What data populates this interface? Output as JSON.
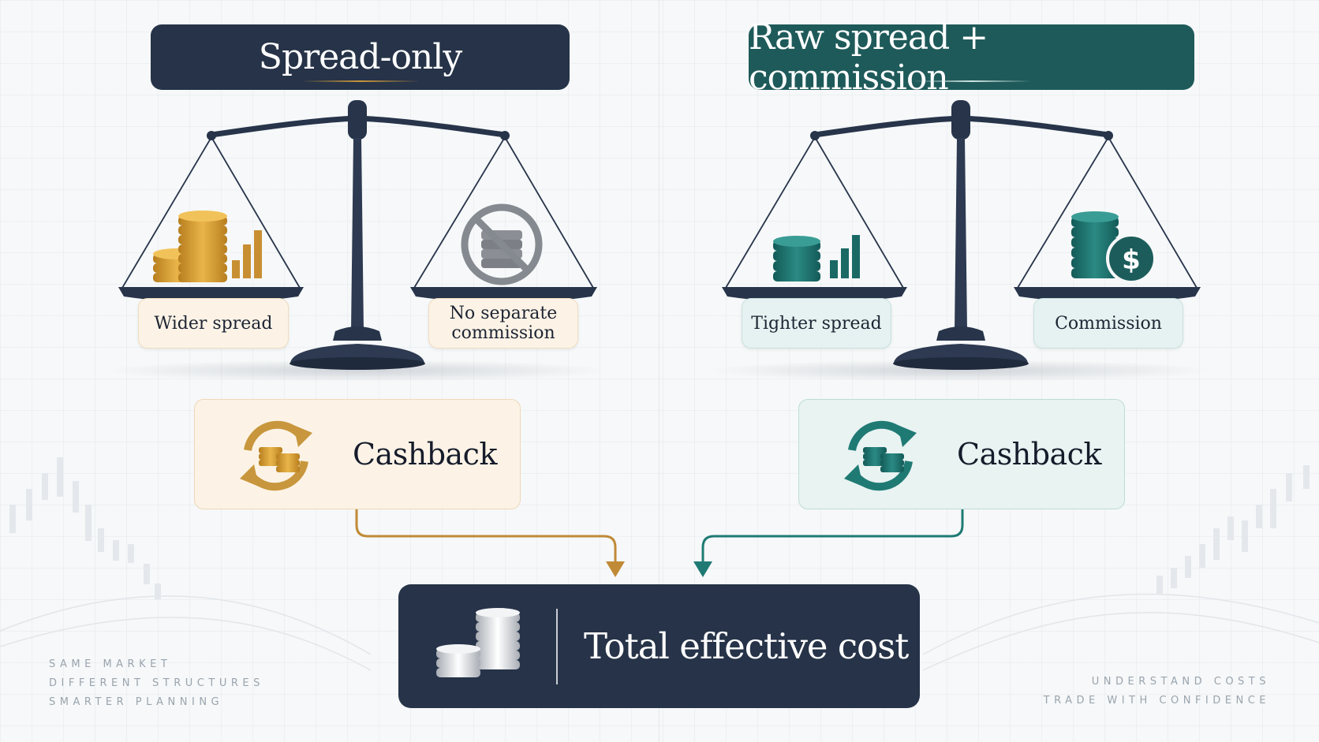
{
  "left": {
    "title": "Spread-only",
    "pan_left_label": "Wider spread",
    "pan_right_label_line1": "No separate",
    "pan_right_label_line2": "commission",
    "cashback_label": "Cashback",
    "accent_color": "#c8963c",
    "title_bg_color": "#263348",
    "pan_left_icon": "gold-coin-stack-with-bars-icon",
    "pan_right_icon": "no-coins-prohibited-icon"
  },
  "right": {
    "title": "Raw spread + commission",
    "pan_left_label": "Tighter spread",
    "pan_right_label": "Commission",
    "cashback_label": "Cashback",
    "accent_color": "#1f7a74",
    "title_bg_color": "#1f5a5a",
    "pan_left_icon": "teal-coin-stack-with-bars-icon",
    "pan_right_icon": "coin-stack-dollar-icon"
  },
  "result": {
    "label": "Total effective cost",
    "bg_color": "#263348",
    "icon": "silver-coin-stack-icon"
  },
  "taglines": {
    "left_line1": "SAME MARKET",
    "left_line2": "DIFFERENT STRUCTURES",
    "left_line3": "SMARTER PLANNING",
    "right_line1": "UNDERSTAND COSTS",
    "right_line2": "TRADE WITH CONFIDENCE"
  }
}
